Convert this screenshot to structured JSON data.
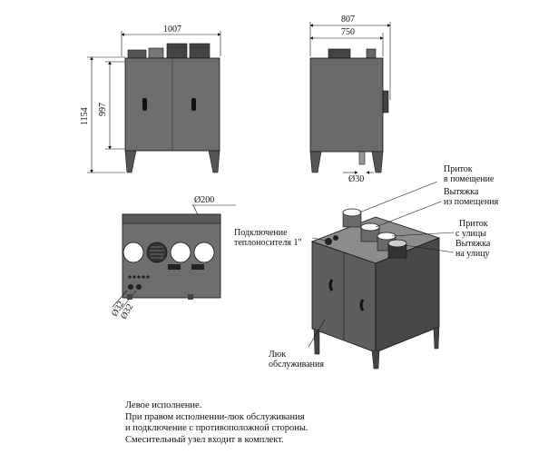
{
  "dimensions": {
    "front_width": "1007",
    "total_height": "1154",
    "body_height": "997",
    "side_depth": "807",
    "side_body_depth": "750",
    "drain_diameter": "Ø30",
    "duct_diameter": "Ø200",
    "pipe_diameter_a": "Ø32",
    "pipe_diameter_b": "Ø32"
  },
  "callouts": {
    "supply_in_l1": "Приток",
    "supply_in_l2": "в помещение",
    "extract_in_l1": "Вытяжка",
    "extract_in_l2": "из помещения",
    "supply_out_l1": "Приток",
    "supply_out_l2": "с улицы",
    "extract_out_l1": "Вытяжка",
    "extract_out_l2": "на улицу",
    "heating_l1": "Подключение",
    "heating_l2": "теплоносителя 1\"",
    "hatch_l1": "Люк",
    "hatch_l2": "обслуживания"
  },
  "notes": [
    "Левое исполнение.",
    "При правом исполнении-люк обслуживания",
    "и подключение с противоположной стороны.",
    "Смесительный узел входит в комплект."
  ],
  "colors": {
    "body": "#6e6e6e",
    "body_dark": "#4a4a4a",
    "body_light": "#8a8a8a",
    "outline": "#111111"
  }
}
